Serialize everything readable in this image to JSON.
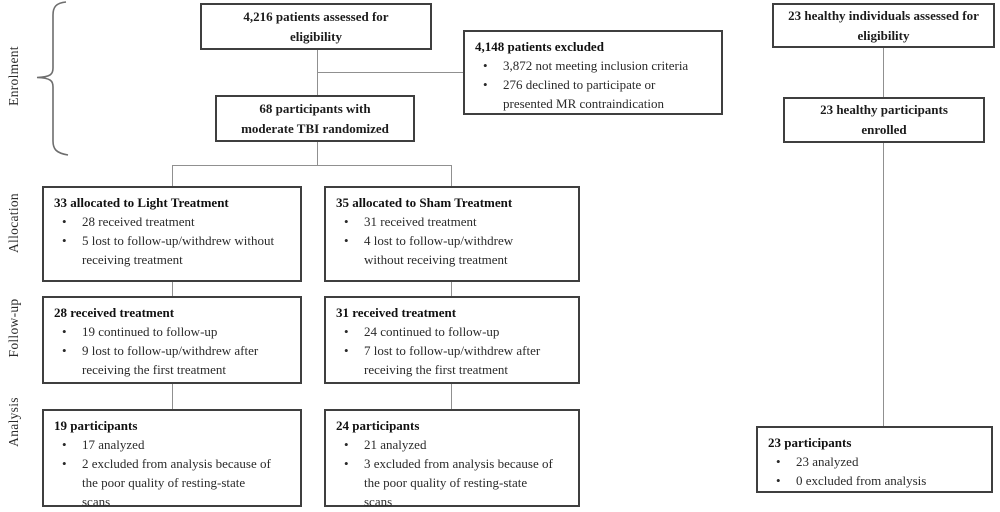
{
  "stages": [
    {
      "label": "Enrolment"
    },
    {
      "label": "Allocation"
    },
    {
      "label": "Follow-up"
    },
    {
      "label": "Analysis"
    }
  ],
  "flow": {
    "enrolment": {
      "assessed": "4,216 patients assessed for eligibility",
      "excluded": {
        "title": "4,148 patients excluded",
        "bullets": [
          "3,872 not meeting inclusion criteria",
          "276 declined to participate or presented MR contraindication"
        ]
      },
      "randomized": "68 participants with moderate TBI randomized",
      "healthy_assessed": "23 healthy individuals assessed for eligibility",
      "healthy_enrolled": "23 healthy participants enrolled"
    },
    "allocation": {
      "light": {
        "title": "33 allocated to Light Treatment",
        "bullets": [
          "28 received treatment",
          "5 lost to follow-up/withdrew without receiving treatment"
        ]
      },
      "sham": {
        "title": "35 allocated to Sham Treatment",
        "bullets": [
          "31 received treatment",
          "4 lost to follow-up/withdrew without receiving treatment"
        ]
      }
    },
    "follow_up": {
      "light": {
        "title": "28 received treatment",
        "bullets": [
          "19 continued to follow-up",
          "9 lost to follow-up/withdrew after receiving the first treatment"
        ]
      },
      "sham": {
        "title": "31 received treatment",
        "bullets": [
          "24 continued to follow-up",
          "7 lost to follow-up/withdrew after receiving the first treatment"
        ]
      }
    },
    "analysis": {
      "light": {
        "title": "19 participants",
        "bullets": [
          "17 analyzed",
          "2 excluded from analysis because of the poor quality of resting-state scans"
        ]
      },
      "sham": {
        "title": "24 participants",
        "bullets": [
          "21 analyzed",
          "3 excluded from analysis because of the poor quality of resting-state scans"
        ]
      },
      "healthy": {
        "title": "23 participants",
        "bullets": [
          "23 analyzed",
          "0 excluded from analysis"
        ]
      }
    }
  },
  "colors": {
    "box_border": "#3f3f3f",
    "connector": "#909090",
    "text": "#1c1c1c",
    "background": "#ffffff"
  }
}
